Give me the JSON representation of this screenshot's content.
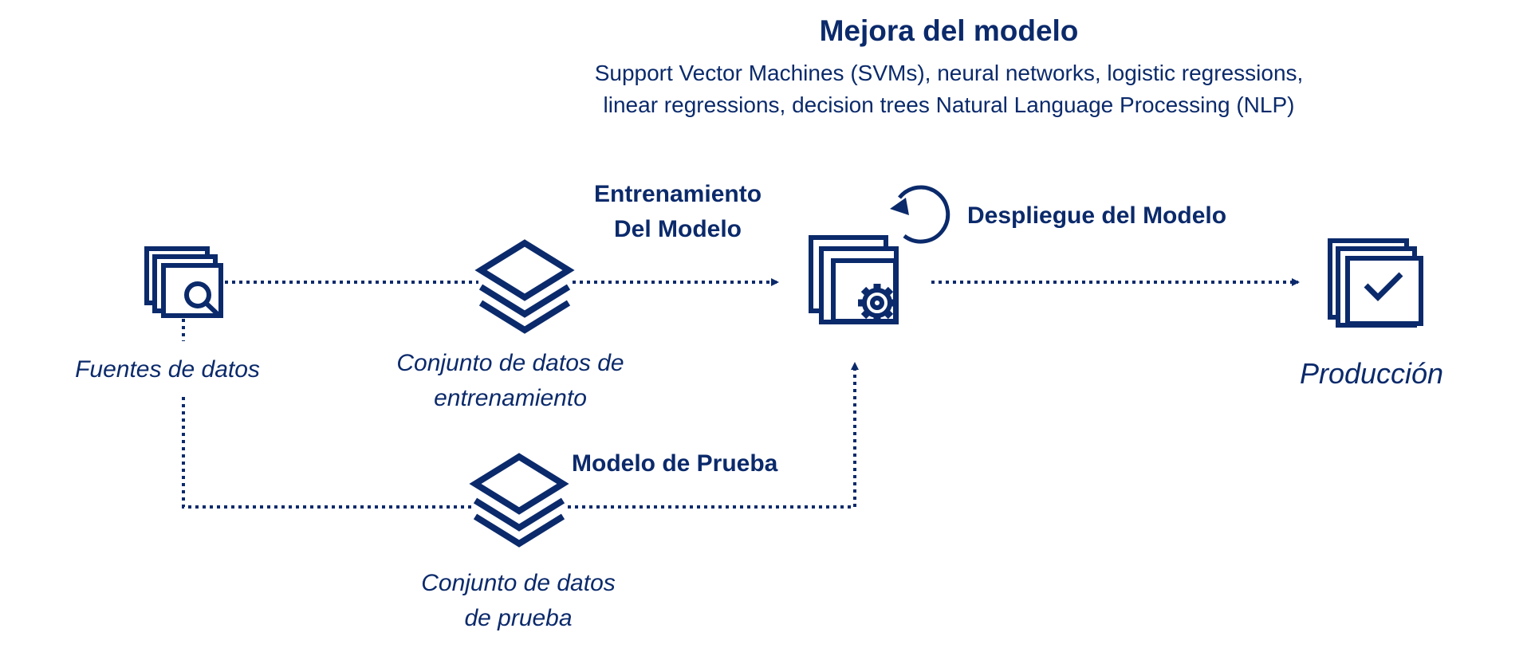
{
  "header": {
    "title": "Mejora del modelo",
    "subtitle_line1": "Support Vector Machines (SVMs), neural networks, logistic regressions,",
    "subtitle_line2": "linear regressions, decision trees Natural Language Processing (NLP)"
  },
  "nodes": {
    "sources": {
      "label": "Fuentes de datos",
      "icon": "document-search-icon"
    },
    "training_set": {
      "label_line1": "Conjunto de datos de",
      "label_line2": "entrenamiento",
      "icon": "layers-icon"
    },
    "model": {
      "icon": "document-gear-icon",
      "loop_icon": "refresh-icon"
    },
    "production": {
      "label": "Producción",
      "icon": "document-check-icon"
    },
    "test_set": {
      "label_line1": "Conjunto de datos",
      "label_line2": "de prueba",
      "icon": "layers-icon"
    }
  },
  "edges": {
    "training": {
      "label_line1": "Entrenamiento",
      "label_line2": "Del Modelo"
    },
    "deploy": {
      "label": "Despliegue del Modelo"
    },
    "test": {
      "label": "Modelo de Prueba"
    }
  },
  "colors": {
    "primary": "#0b2a6b"
  }
}
